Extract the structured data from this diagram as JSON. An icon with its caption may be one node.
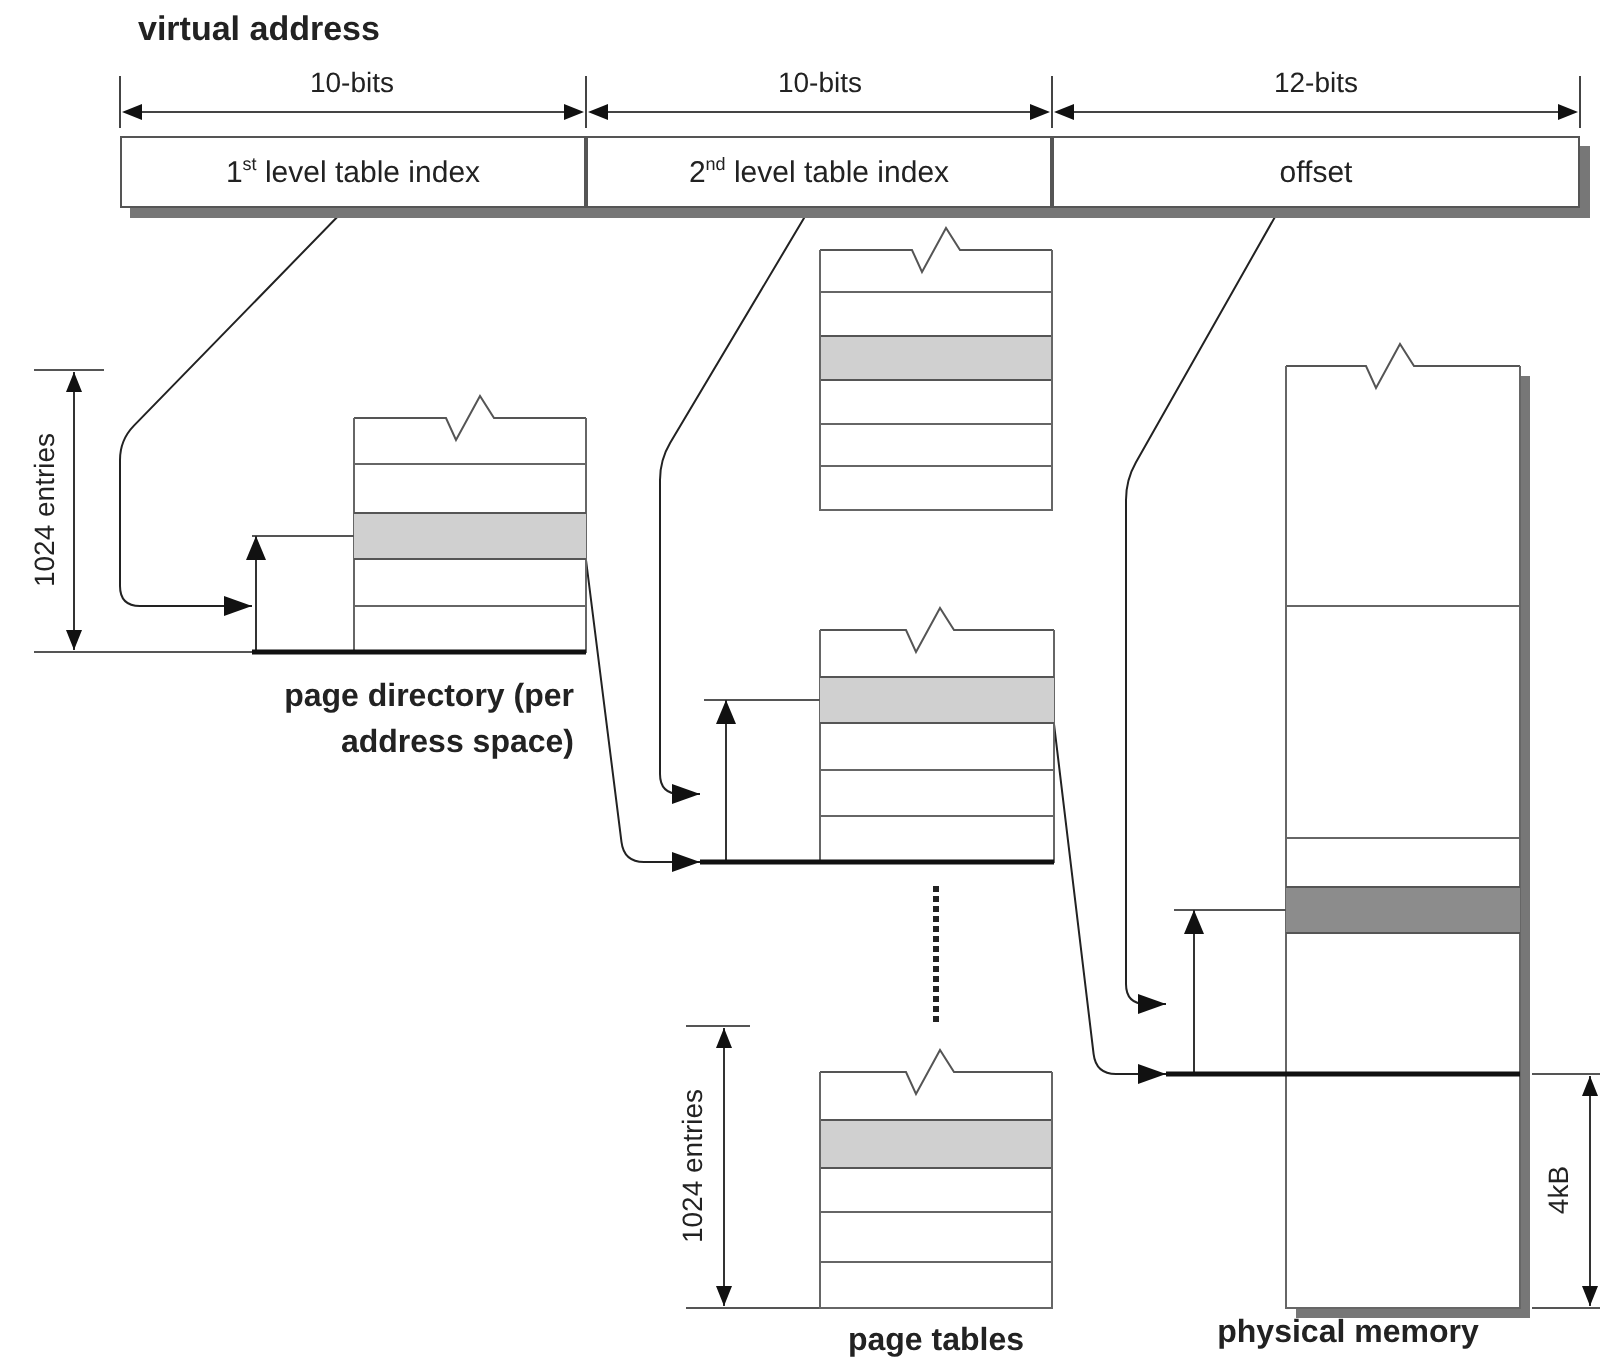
{
  "diagram": {
    "title": "virtual address",
    "nodes": [
      {
        "text": [
          "1$^{st}$ level table index"
        ]
      },
      {
        "text": [
          "2$^{nd}$ level table index"
        ]
      },
      {
        "text": [
          "offset"
        ]
      },
      {
        "text": [
          "page directory (per address space)"
        ]
      },
      {
        "text": [],
        "shape": "bar",
        "in": 3
      },
      {
        "text": [],
        "shape": "box"
      },
      {
        "text": [],
        "shape": "box"
      },
      {
        "text": [],
        "shape": "bar",
        "in": 6
      },
      {
        "text": [],
        "shape": "box"
      },
      {
        "text": [
          "physical memory"
        ]
      },
      {
        "text": [],
        "shape": "bar",
        "in": 9
      }
    ],
    "edges": [
      {
        "from": 0,
        "to": 3,
        "arrow": "to"
      },
      {
        "from": 1,
        "to": 6,
        "arrow": "to"
      },
      {
        "from": 2,
        "to": 9,
        "arrow": "to"
      },
      {
        "from": 4,
        "to": 6,
        "arrow": "to"
      },
      {
        "from": 7,
        "to": 9,
        "arrow": "to"
      }
    ],
    "labels": [
      "10-bits",
      "10-bits",
      "12-bits",
      "1024 entries",
      "1024 entries",
      "4kB",
      "page tables"
    ]
  }
}
